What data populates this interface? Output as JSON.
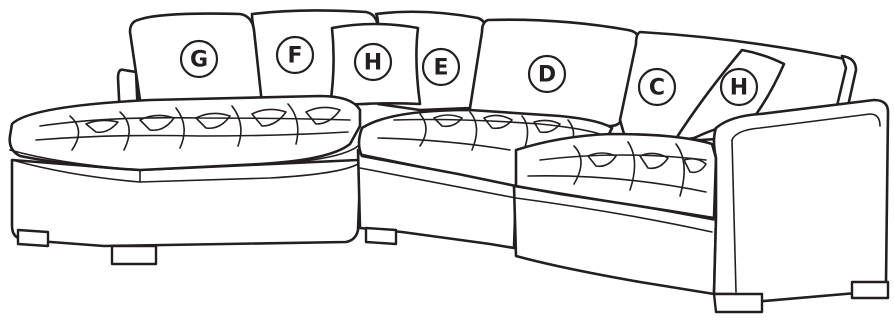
{
  "labels": {
    "cushion_g": "G",
    "cushion_f": "F",
    "pillow_h_left": "H",
    "cushion_e": "E",
    "cushion_d": "D",
    "cushion_c": "C",
    "pillow_h_right": "H"
  },
  "colors": {
    "line": "#231f20",
    "fill": "#ffffff"
  }
}
